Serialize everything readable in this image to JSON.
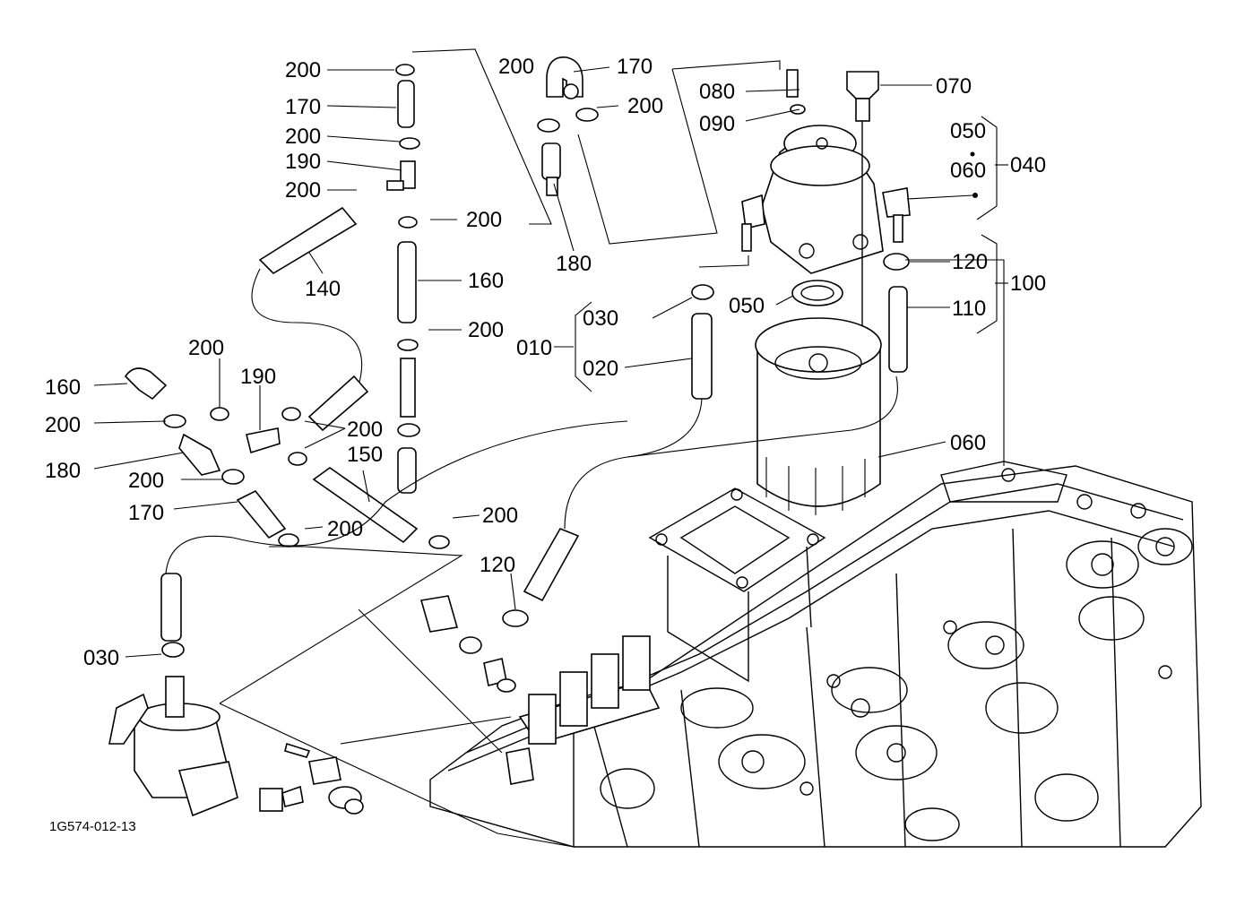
{
  "diagram": {
    "drawing_code": "1G574-012-13",
    "callouts": [
      {
        "id": "c01",
        "text": "200"
      },
      {
        "id": "c02",
        "text": "170"
      },
      {
        "id": "c03",
        "text": "200"
      },
      {
        "id": "c04",
        "text": "190"
      },
      {
        "id": "c05",
        "text": "200"
      },
      {
        "id": "c06",
        "text": "200"
      },
      {
        "id": "c07",
        "text": "140"
      },
      {
        "id": "c08",
        "text": "160"
      },
      {
        "id": "c09",
        "text": "200"
      },
      {
        "id": "c10",
        "text": "200"
      },
      {
        "id": "c11",
        "text": "170"
      },
      {
        "id": "c12",
        "text": "200"
      },
      {
        "id": "c13",
        "text": "180"
      },
      {
        "id": "c14",
        "text": "080"
      },
      {
        "id": "c15",
        "text": "090"
      },
      {
        "id": "c16",
        "text": "070"
      },
      {
        "id": "c17",
        "text": "050"
      },
      {
        "id": "c18",
        "text": "060"
      },
      {
        "id": "c19",
        "text": "040"
      },
      {
        "id": "c20",
        "text": "120"
      },
      {
        "id": "c21",
        "text": "100"
      },
      {
        "id": "c22",
        "text": "110"
      },
      {
        "id": "c23",
        "text": "050"
      },
      {
        "id": "c24",
        "text": "030"
      },
      {
        "id": "c25",
        "text": "010"
      },
      {
        "id": "c26",
        "text": "020"
      },
      {
        "id": "c27",
        "text": "060"
      },
      {
        "id": "c28",
        "text": "200"
      },
      {
        "id": "c29",
        "text": "190"
      },
      {
        "id": "c30",
        "text": "160"
      },
      {
        "id": "c31",
        "text": "200"
      },
      {
        "id": "c32",
        "text": "200"
      },
      {
        "id": "c33",
        "text": "150"
      },
      {
        "id": "c34",
        "text": "180"
      },
      {
        "id": "c35",
        "text": "200"
      },
      {
        "id": "c36",
        "text": "170"
      },
      {
        "id": "c37",
        "text": "200"
      },
      {
        "id": "c38",
        "text": "200"
      },
      {
        "id": "c39",
        "text": "120"
      },
      {
        "id": "c40",
        "text": "030"
      }
    ]
  }
}
